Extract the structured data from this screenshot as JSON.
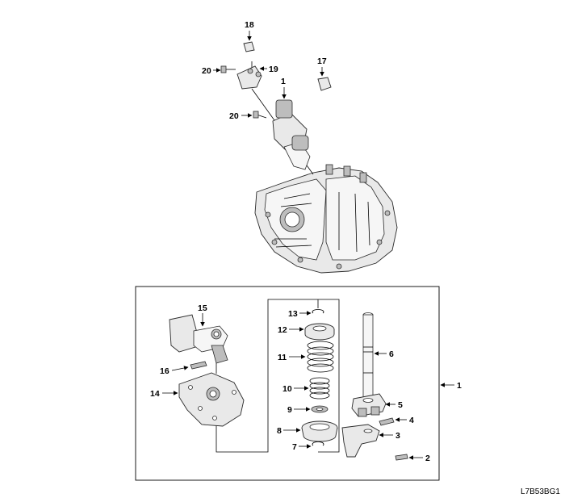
{
  "figure_code": "L7B53BG1",
  "callouts": {
    "c18": "18",
    "c20a": "20",
    "c19": "19",
    "c17": "17",
    "c1a": "1",
    "c20b": "20",
    "c15": "15",
    "c16": "16",
    "c14": "14",
    "c13": "13",
    "c12": "12",
    "c11": "11",
    "c10": "10",
    "c9": "9",
    "c8": "8",
    "c7": "7",
    "c6": "6",
    "c5": "5",
    "c4": "4",
    "c3": "3",
    "c2": "2",
    "c1b": "1"
  }
}
